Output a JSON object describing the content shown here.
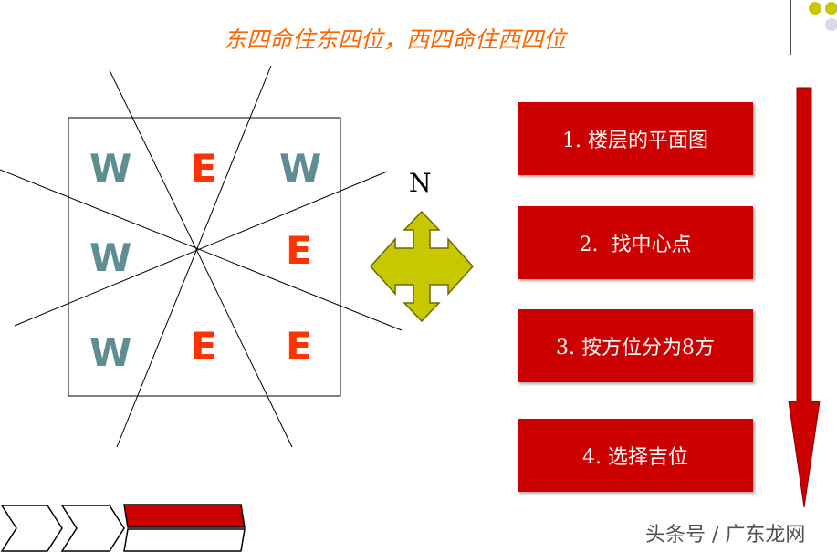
{
  "slide": {
    "title": "东四命住东四位，西四命住西四位"
  },
  "grid": {
    "cells": [
      {
        "id": "top-left",
        "letter": "W",
        "group": "west"
      },
      {
        "id": "top-center",
        "letter": "E",
        "group": "east"
      },
      {
        "id": "top-right",
        "letter": "W",
        "group": "west"
      },
      {
        "id": "middle-left",
        "letter": "W",
        "group": "west"
      },
      {
        "id": "middle-right",
        "letter": "E",
        "group": "east"
      },
      {
        "id": "bottom-left",
        "letter": "W",
        "group": "west"
      },
      {
        "id": "bottom-center",
        "letter": "E",
        "group": "east"
      },
      {
        "id": "bottom-right",
        "letter": "E",
        "group": "east"
      }
    ]
  },
  "compass": {
    "label": "N",
    "icon": "four-way-arrow-icon"
  },
  "steps": [
    {
      "label": "1. 楼层的平面图"
    },
    {
      "label": "2.  找中心点"
    },
    {
      "label": "3. 按方位分为8方"
    },
    {
      "label": "4. 选择吉位"
    }
  ],
  "watermark": {
    "text": "头条号 / 广东龙网"
  },
  "colors": {
    "title": "#ff6600",
    "west_letter": "#5f8e92",
    "east_letter": "#ff3300",
    "step_box": "#cc0000",
    "arrow": "#cc0000",
    "compass_fill": "#c8c800",
    "dot_yellow": "#c8c800",
    "dot_lavender": "#d9d9ee"
  }
}
